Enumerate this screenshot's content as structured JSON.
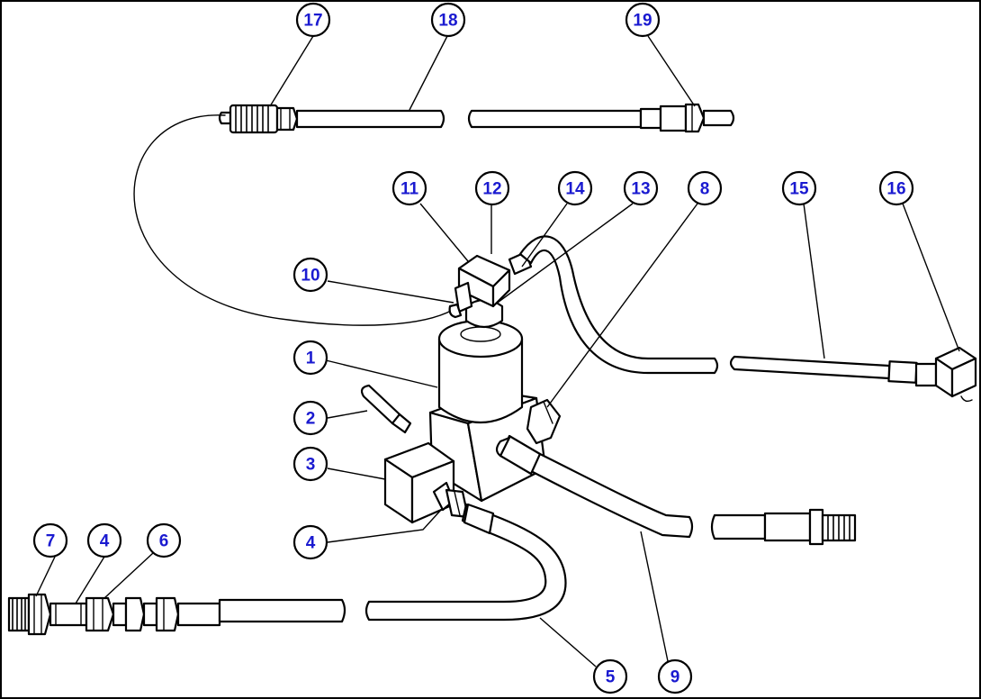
{
  "diagram": {
    "callouts": [
      {
        "id": "c17",
        "label": "17"
      },
      {
        "id": "c18",
        "label": "18"
      },
      {
        "id": "c19",
        "label": "19"
      },
      {
        "id": "c11",
        "label": "11"
      },
      {
        "id": "c12",
        "label": "12"
      },
      {
        "id": "c14",
        "label": "14"
      },
      {
        "id": "c13",
        "label": "13"
      },
      {
        "id": "c8",
        "label": "8"
      },
      {
        "id": "c15",
        "label": "15"
      },
      {
        "id": "c16",
        "label": "16"
      },
      {
        "id": "c10",
        "label": "10"
      },
      {
        "id": "c1",
        "label": "1"
      },
      {
        "id": "c2",
        "label": "2"
      },
      {
        "id": "c3",
        "label": "3"
      },
      {
        "id": "c4a",
        "label": "4"
      },
      {
        "id": "c7",
        "label": "7"
      },
      {
        "id": "c4b",
        "label": "4"
      },
      {
        "id": "c6",
        "label": "6"
      },
      {
        "id": "c5",
        "label": "5"
      },
      {
        "id": "c9",
        "label": "9"
      }
    ],
    "colors": {
      "callout_text": "#1a1ad0",
      "line": "#000000",
      "background": "#ffffff"
    }
  }
}
